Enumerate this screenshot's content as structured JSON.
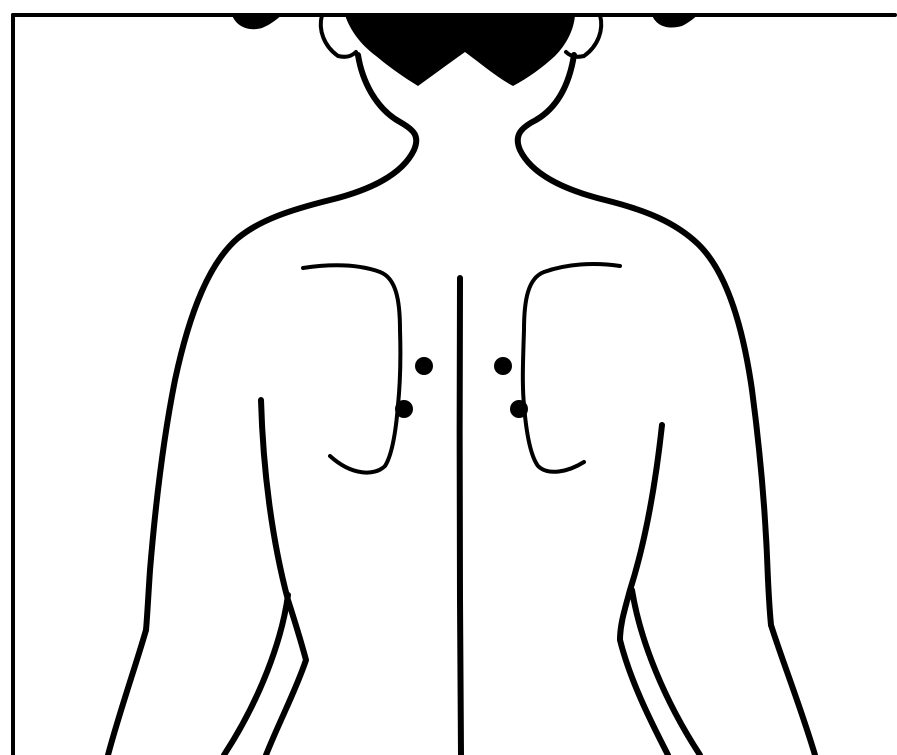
{
  "figure": {
    "subject": "back-of-torso",
    "colors": {
      "line": "#000000",
      "background": "#ffffff"
    },
    "icons": {
      "hair": "hair-silhouette",
      "points": "acupoint-dot"
    },
    "marked_points": {
      "count": 4,
      "left_side": 2,
      "right_side": 2
    }
  }
}
